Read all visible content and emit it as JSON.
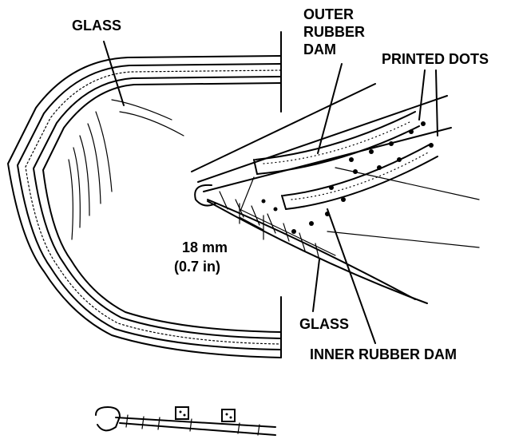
{
  "labels": {
    "glass_top": "GLASS",
    "outer_rubber_dam": [
      "OUTER",
      "RUBBER",
      "DAM"
    ],
    "printed_dots": "PRINTED DOTS",
    "dimension_mm": "18 mm",
    "dimension_in": "(0.7 in)",
    "glass_bottom": "GLASS",
    "inner_rubber_dam": "INNER RUBBER DAM"
  }
}
